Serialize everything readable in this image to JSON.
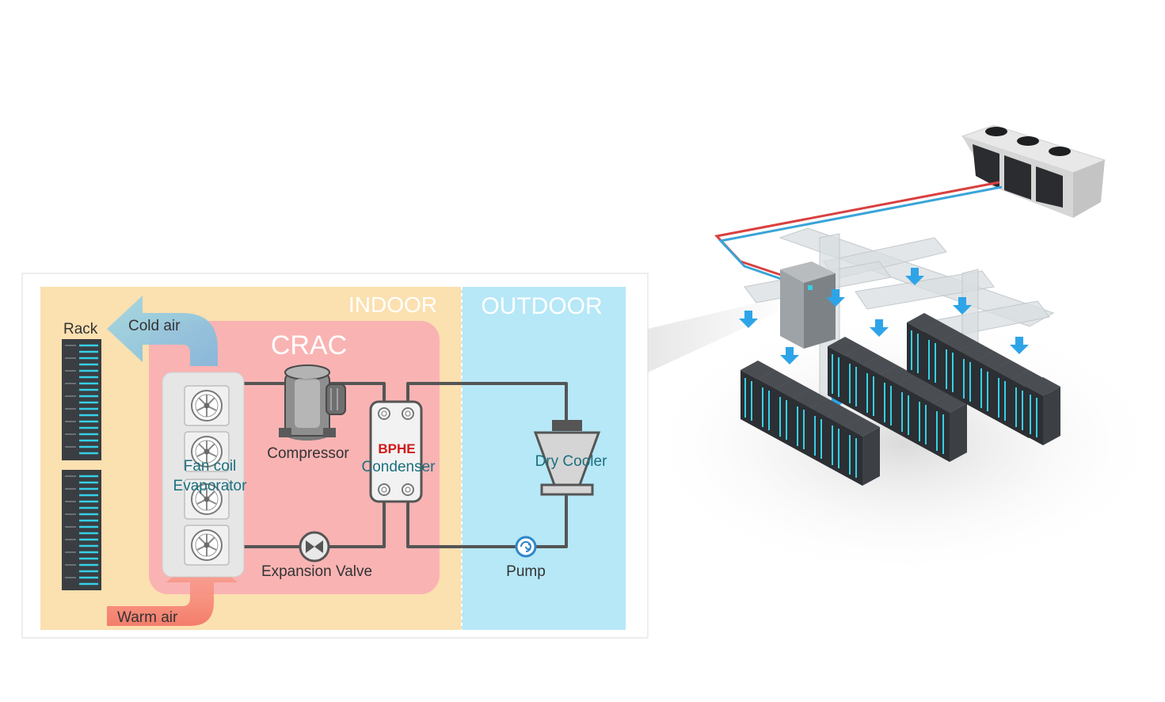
{
  "zones": {
    "indoor": "INDOOR",
    "outdoor": "OUTDOOR",
    "crac": "CRAC"
  },
  "labels": {
    "rack": "Rack",
    "cold_air": "Cold air",
    "warm_air": "Warm air",
    "evaporator_line1": "Fan coil",
    "evaporator_line2": "Evaporator",
    "compressor": "Compressor",
    "bphe": "BPHE",
    "condenser": "Condenser",
    "dry_cooler": "Dry Cooler",
    "expansion_valve": "Expansion Valve",
    "pump": "Pump"
  },
  "colors": {
    "indoor": "#fbe0b0",
    "outdoor": "#b6e8f7",
    "crac": "#f9b3b3",
    "cold_air": "#8fcde3",
    "warm_air": "#f48a7a",
    "server_led": "#35d0e6"
  }
}
